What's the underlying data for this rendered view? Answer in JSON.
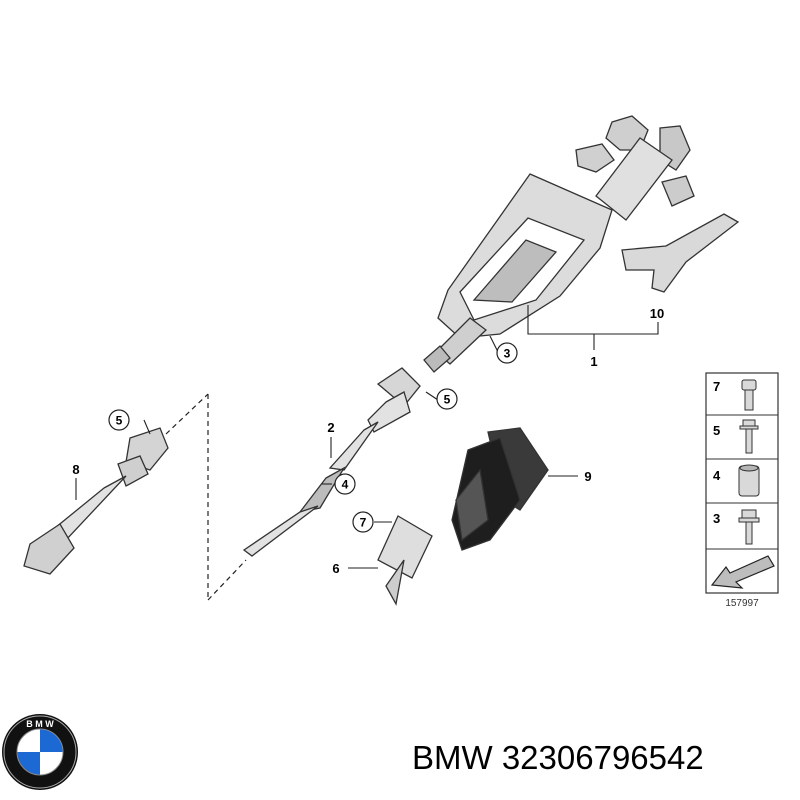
{
  "diagram": {
    "callouts": [
      {
        "id": "1",
        "text": "1"
      },
      {
        "id": "2",
        "text": "2"
      },
      {
        "id": "3",
        "text": "3"
      },
      {
        "id": "4",
        "text": "4"
      },
      {
        "id": "5a",
        "text": "5"
      },
      {
        "id": "5b",
        "text": "5"
      },
      {
        "id": "6",
        "text": "6"
      },
      {
        "id": "7",
        "text": "7"
      },
      {
        "id": "8",
        "text": "8"
      },
      {
        "id": "9",
        "text": "9"
      },
      {
        "id": "10",
        "text": "10"
      }
    ],
    "legend": {
      "items": [
        "7",
        "5",
        "4",
        "3"
      ],
      "reference_number": "157997"
    }
  },
  "caption": {
    "brand": "BMW",
    "part_number": "32306796542"
  },
  "logo": {
    "text": "BMW",
    "colors": {
      "ring": "#111111",
      "blue": "#1c69d4",
      "white": "#ffffff"
    }
  }
}
